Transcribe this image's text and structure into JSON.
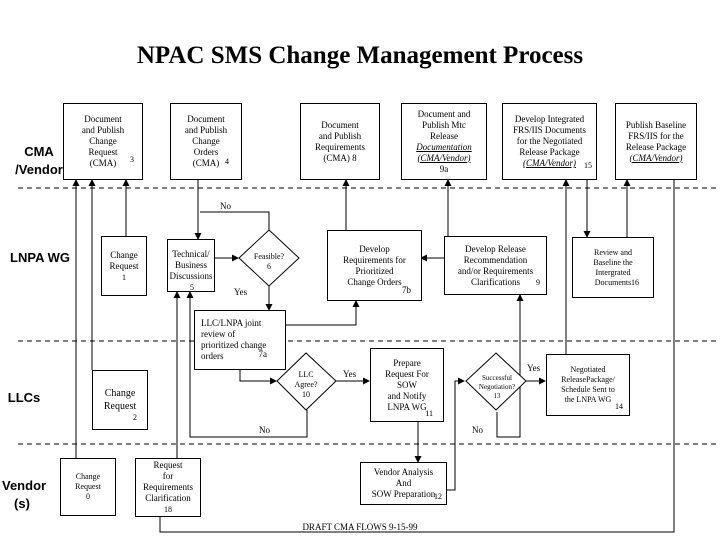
{
  "title": "NPAC SMS Change Management Process",
  "footer": "DRAFT CMA FLOWS   9-15-99",
  "lanes": {
    "cma": "CMA\n/Vendor",
    "lnpa": "LNPA WG",
    "llcs": "LLCs",
    "vendor": "Vendor\n(s)"
  },
  "boxes": {
    "b3": {
      "text": "Document\nand Publish\nChange\nRequest\n(CMA)",
      "num": "3"
    },
    "b4": {
      "text": "Document\nand Publish\nChange\nOrders\n(CMA)",
      "num": "4"
    },
    "b8": {
      "text": "Document\nand Publish\nRequirements\n(CMA) 8",
      "num": ""
    },
    "b9a": {
      "text": "Document and\nPublish Mtc\nRelease",
      "em": "Documentation\n(CMA/Vendor)",
      "num": "9a"
    },
    "b15": {
      "text": "Develop Integrated\nFRS/IIS Documents\nfor the Negotiated\nRelease Package",
      "em": "(CMA/Vendor)",
      "num": "15"
    },
    "bpub": {
      "text": "Publish  Baseline\nFRS/IIS for the\nRelease Package",
      "em": "(CMA/Vendor)",
      "num": ""
    },
    "b1": {
      "text": "Change\nRequest",
      "num": "1"
    },
    "b5": {
      "text": "Technical/\nBusiness\nDiscussions",
      "num": "5"
    },
    "b7b": {
      "text": "Develop\nRequirements for\nPrioritized\nChange Orders",
      "num": "7b"
    },
    "b9": {
      "text": "Develop Release\nRecommendation\nand/or Requirements\nClarifications",
      "num": "9"
    },
    "b16": {
      "text": "Review and\nBaseline the\nIntergrated\nDocuments",
      "num": "16"
    },
    "b7a": {
      "text": "LLC/LNPA joint\nreview of\nprioritized change\norders",
      "num": "7a"
    },
    "b2": {
      "text": "Change\nRequest",
      "num": "2"
    },
    "b11": {
      "text": "Prepare\nRequest For\nSOW\nand Notify\nLNPA WG",
      "num": "11"
    },
    "b14": {
      "text": "Negotiated\nReleasePackage/\nSchedule Sent to\nthe LNPA WG",
      "num": "14"
    },
    "b0": {
      "text": "Change\nRequest",
      "num": "0"
    },
    "b18": {
      "text": "Request\nfor\nRequirements\nClarification",
      "num": "18"
    },
    "b12": {
      "text": "Vendor Analysis\nAnd\nSOW Preparation",
      "num": "12"
    }
  },
  "decisions": {
    "d6": {
      "text": "Feasible?",
      "num": "6"
    },
    "d10": {
      "text": "LLC\nAgree?",
      "num": "10"
    },
    "d13": {
      "text": "Successful\nNegotiation?",
      "num": "13"
    }
  },
  "labels": {
    "no1": "No",
    "yes1": "Yes",
    "yes2": "Yes",
    "yes3": "Yes",
    "no2": "No",
    "no3": "No"
  }
}
